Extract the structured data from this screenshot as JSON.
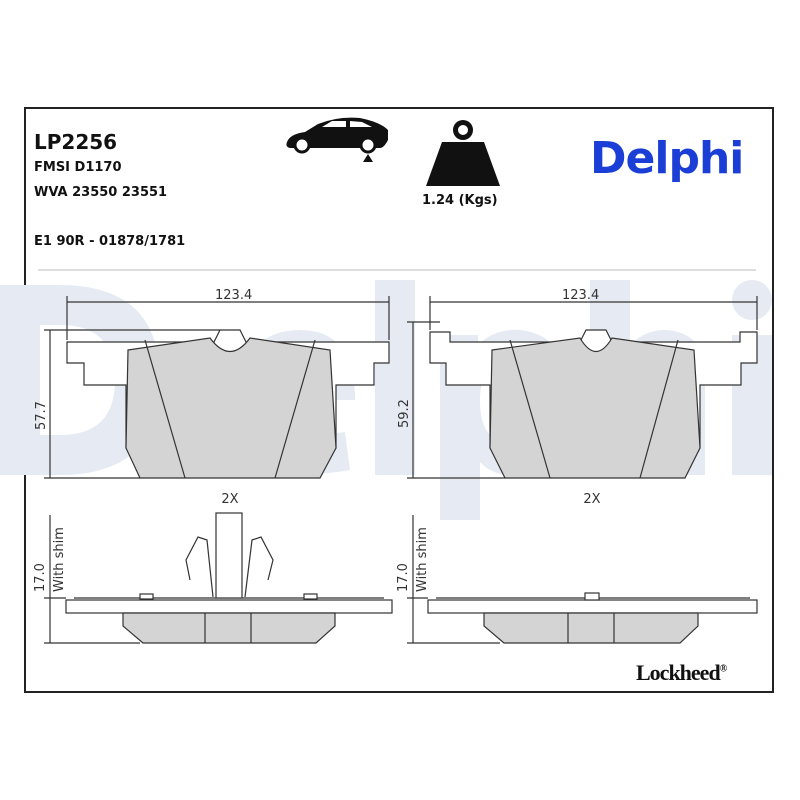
{
  "product": {
    "part_number": "LP2256",
    "fmsi": "FMSI D1170",
    "wva": "WVA 23550 23551",
    "approval": "E1 90R - 01878/1781",
    "weight": "1.24 (Kgs)"
  },
  "icons": {
    "axle": "car-rear-axle-icon",
    "weight": "weight-icon"
  },
  "brand": {
    "name": "Delphi",
    "color": "#1b3fd6",
    "watermark": "Delphi"
  },
  "footer_brand": {
    "name": "Lockheed",
    "mark": "®"
  },
  "drawing": {
    "left": {
      "width": "123.4",
      "height": "57.7",
      "thickness": "17.0",
      "thickness_note": "With shim",
      "quantity": "2X"
    },
    "right": {
      "width": "123.4",
      "height": "59.2",
      "thickness": "17.0",
      "thickness_note": "With shim",
      "quantity": "2X"
    }
  }
}
